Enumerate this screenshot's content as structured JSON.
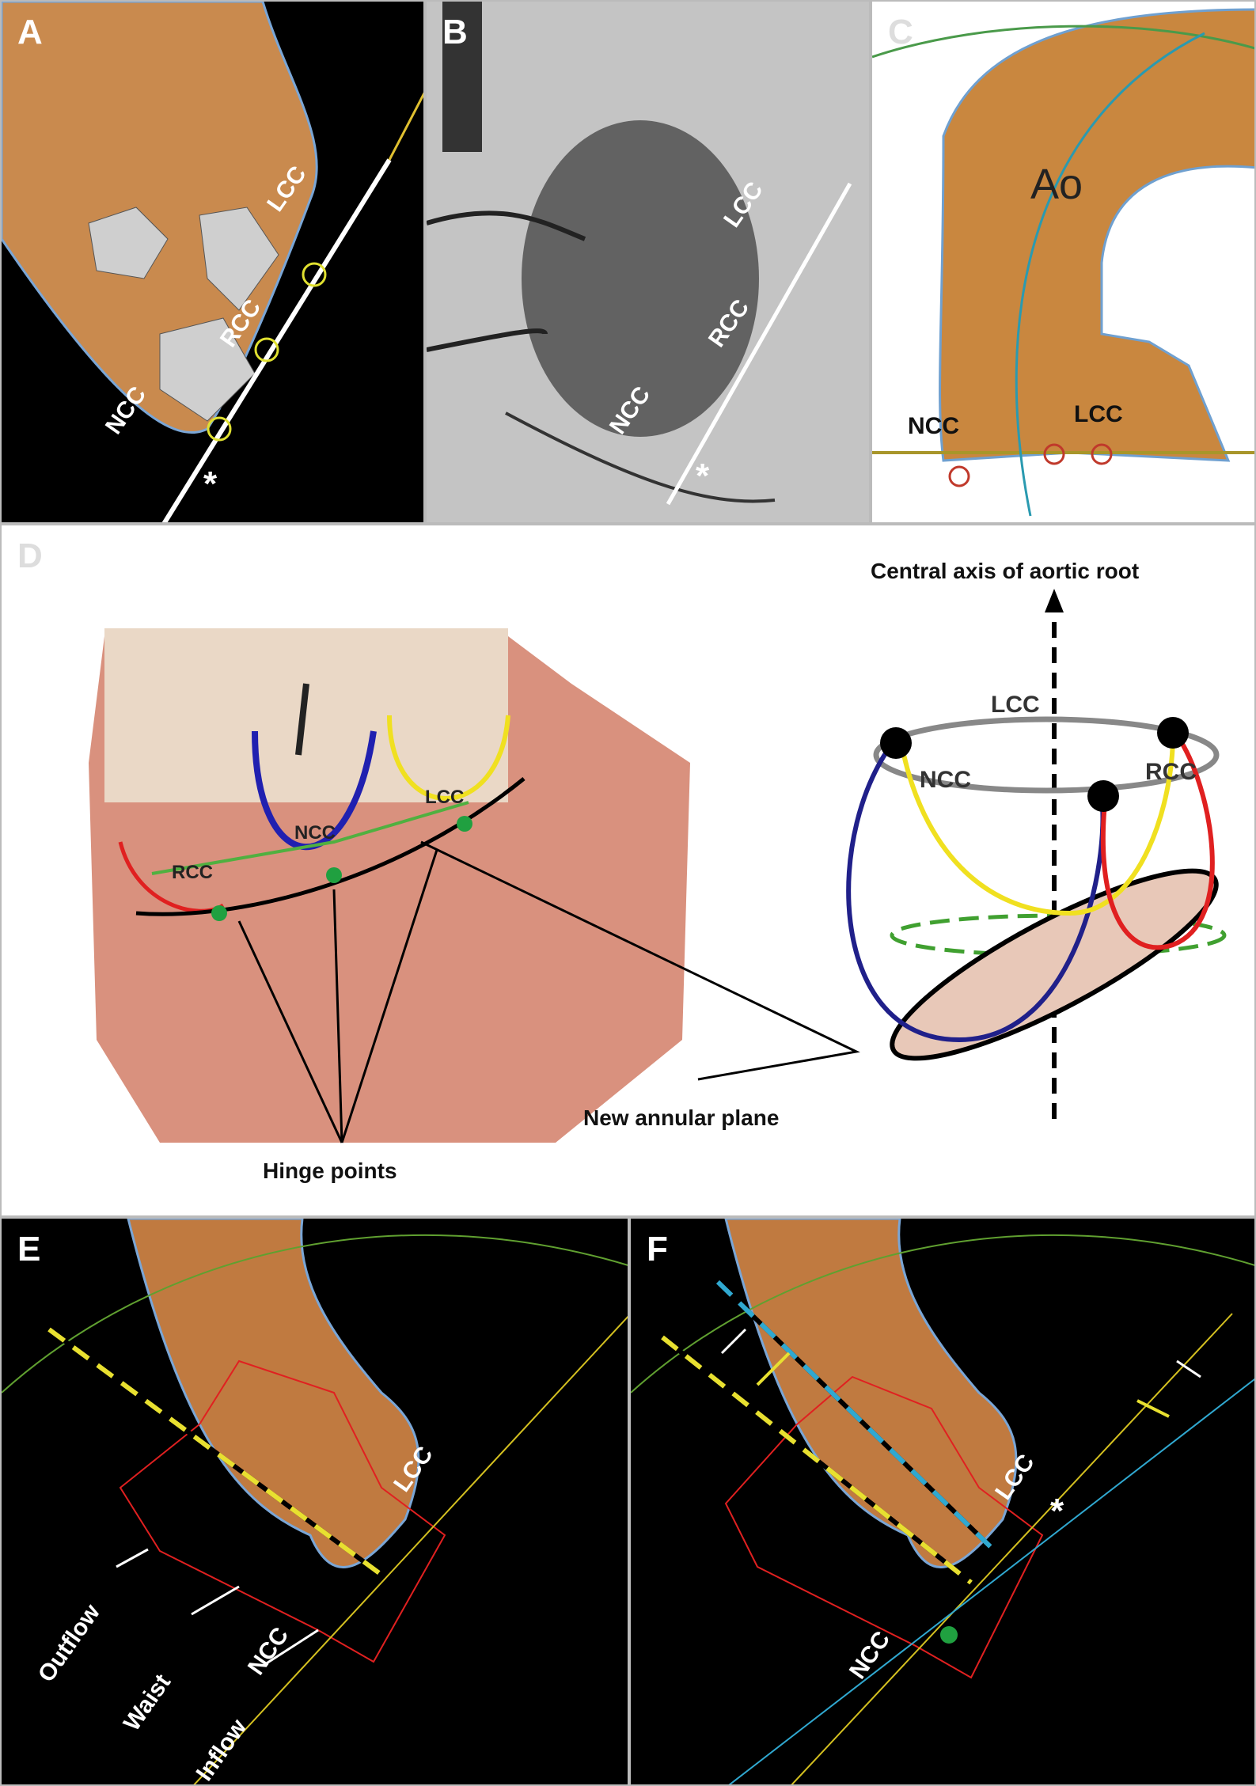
{
  "panels": {
    "a": {
      "label": "A",
      "lcc": "LCC",
      "rcc": "RCC",
      "ncc": "NCC",
      "star": "*"
    },
    "b": {
      "label": "B",
      "lcc": "LCC",
      "rcc": "RCC",
      "ncc": "NCC",
      "star": "*"
    },
    "c": {
      "label": "C",
      "ao": "Ao",
      "ncc": "NCC",
      "lcc": "LCC"
    },
    "d": {
      "label": "D",
      "rcc": "RCC",
      "ncc": "NCC",
      "lcc": "LCC",
      "axis_title": "Central axis of aortic root",
      "schema_lcc": "LCC",
      "schema_ncc": "NCC",
      "schema_rcc": "RCC",
      "new_plane": "New annular plane",
      "hinge": "Hinge points"
    },
    "e": {
      "label": "E",
      "lcc": "LCC",
      "ncc": "NCC",
      "outflow": "Outflow",
      "waist": "Waist",
      "inflow": "Inflow"
    },
    "f": {
      "label": "F",
      "lcc": "LCC",
      "ncc": "NCC",
      "star": "*"
    }
  }
}
